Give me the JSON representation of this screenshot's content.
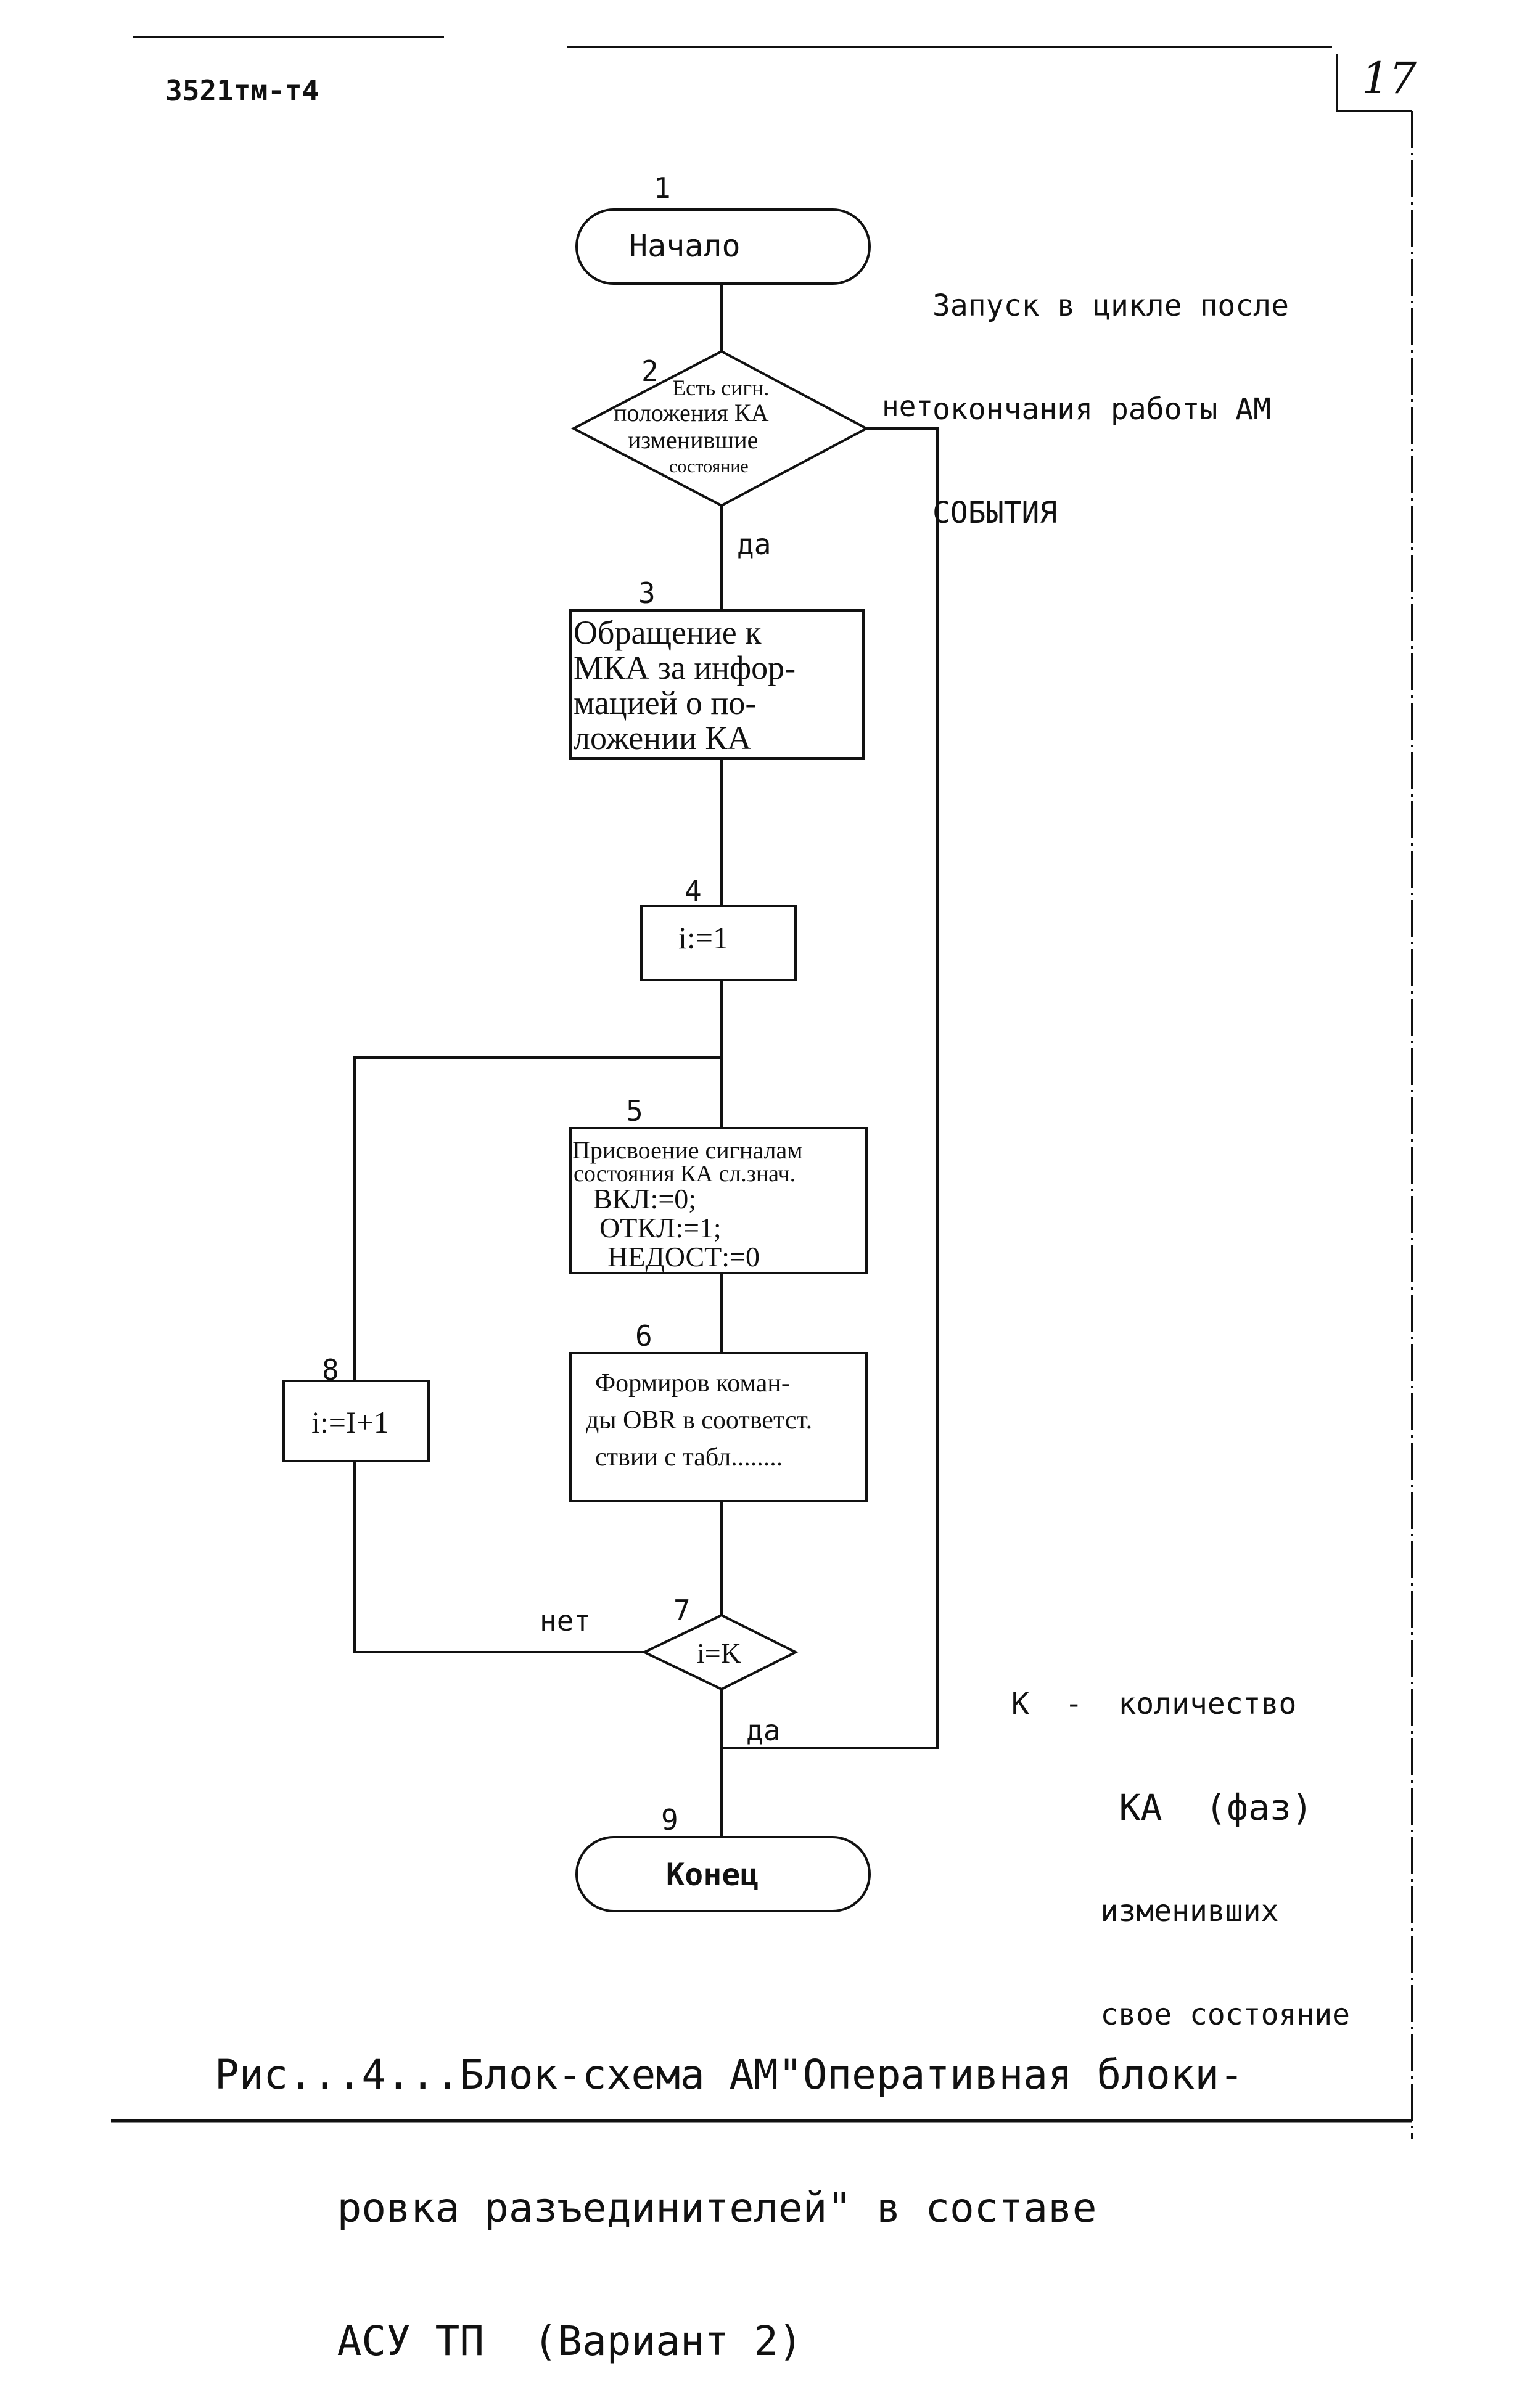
{
  "header": {
    "doc_code": "3521тм-т4",
    "page_number": "17"
  },
  "blocks": [
    {
      "id": "1",
      "number": "1",
      "text": [
        "Начало"
      ]
    },
    {
      "id": "2",
      "number": "2",
      "text": [
        "Есть сигн.",
        "положения КА",
        "изменившие",
        "состояние"
      ]
    },
    {
      "id": "3",
      "number": "3",
      "text": [
        "Обращение к",
        "МКА за инфор-",
        "мацией о по-",
        "ложении КА"
      ]
    },
    {
      "id": "4",
      "number": "4",
      "text": [
        "i:=1"
      ]
    },
    {
      "id": "5",
      "number": "5",
      "text": [
        "Присвоение сигналам",
        "состояния КА сл.знач.",
        "ВКЛ:=0;",
        "ОТКЛ:=1;",
        "НЕДОСТ:=0"
      ]
    },
    {
      "id": "6",
      "number": "6",
      "text": [
        "Формиров коман-",
        "ды OBR в соответст.",
        "ствии с табл........"
      ]
    },
    {
      "id": "7",
      "number": "7",
      "text": [
        "i=K"
      ]
    },
    {
      "id": "8",
      "number": "8",
      "text": [
        "i:=I+1"
      ]
    },
    {
      "id": "9",
      "number": "9",
      "text": [
        "Конец"
      ]
    }
  ],
  "edge_labels": {
    "no_2": "нет",
    "yes_2": "да",
    "no_7": "нет",
    "yes_7": "да"
  },
  "notes": {
    "start": [
      "Запуск в цикле после",
      "окончания работы АМ",
      "СОБЫТИЯ"
    ],
    "k_definition": [
      "К  -  количество",
      "     КА  (фаз)",
      "     изменивших",
      "     свое состояние"
    ]
  },
  "caption": [
    "Рис...4...Блок-схема АМ\"Оперативная блоки-",
    "     ровка разъединителей\" в составе",
    "     АСУ ТП  (Вариант 2)"
  ]
}
